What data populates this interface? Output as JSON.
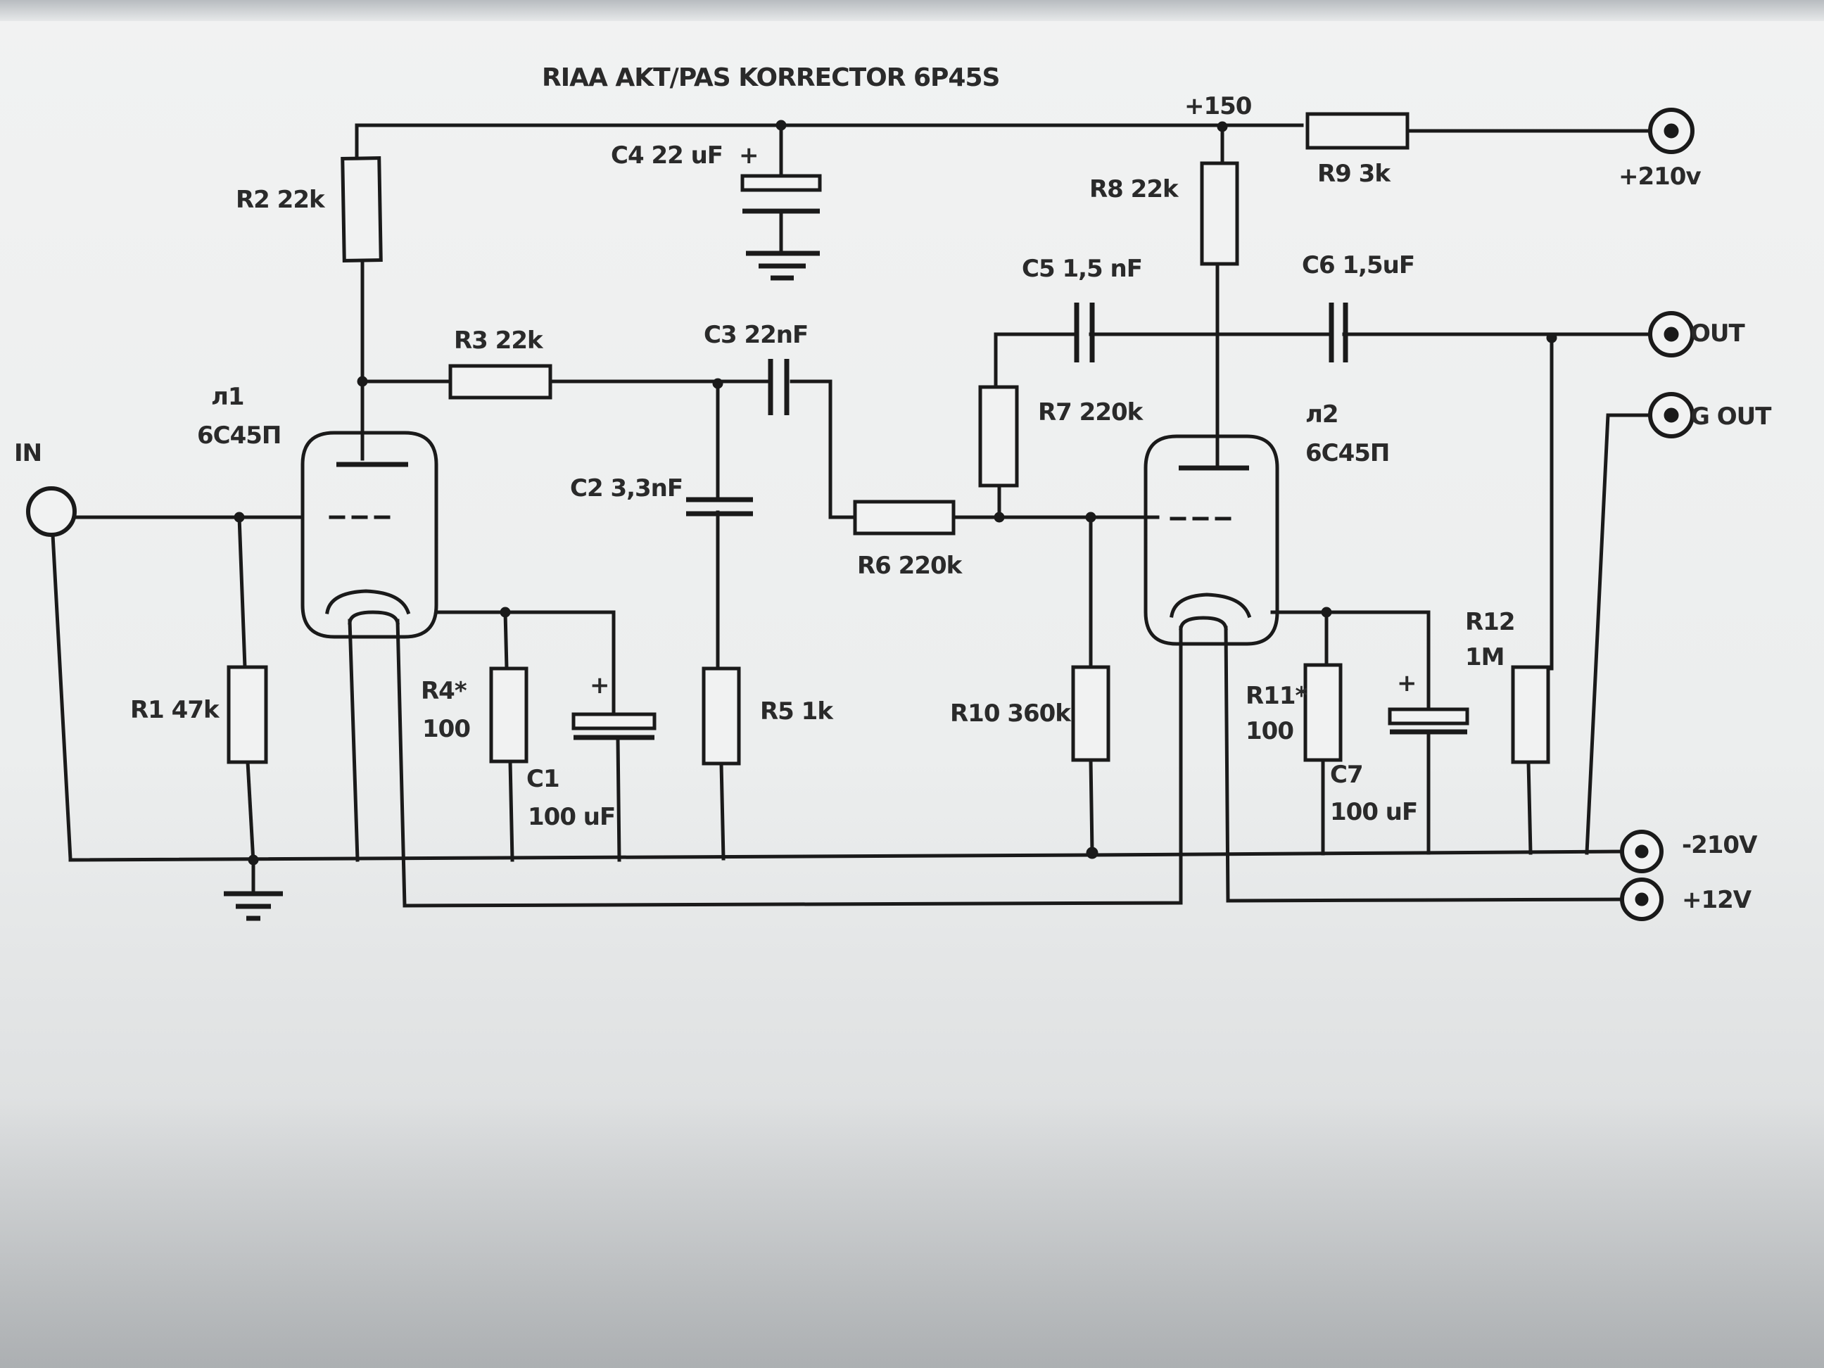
{
  "title": "RIAA AKT/PAS KORRECTOR 6P45S",
  "rail_label": "+150",
  "labels": {
    "r1": "R1 47k",
    "r2": "R2 22k",
    "r3": "R3 22k",
    "r4": "R4*",
    "r4_value": "100",
    "r5": "R5 1k",
    "r6": "R6 220k",
    "r7": "R7 220k",
    "r8": "R8 22k",
    "r9": "R9 3k",
    "r10": "R10 360k",
    "r11": "R11*",
    "r11_value": "100",
    "r12": "R12",
    "r12_value": "1M",
    "c1": "C1",
    "c1_value": "100 uF",
    "c2": "C2 3,3nF",
    "c3": "C3 22nF",
    "c4": "C4 22 uF",
    "c5": "C5 1,5 nF",
    "c6": "C6 1,5uF",
    "c7": "C7",
    "c7_value": "100 uF",
    "tube1": "л1",
    "tube1_type": "6C45П",
    "tube2": "л2",
    "tube2_type": "6C45П",
    "plus": "+"
  },
  "terminals": {
    "input": "IN",
    "out": "OUT",
    "gout": "G OUT",
    "plus210": "+210v",
    "minus210": "-210V",
    "plus12": "+12V"
  }
}
